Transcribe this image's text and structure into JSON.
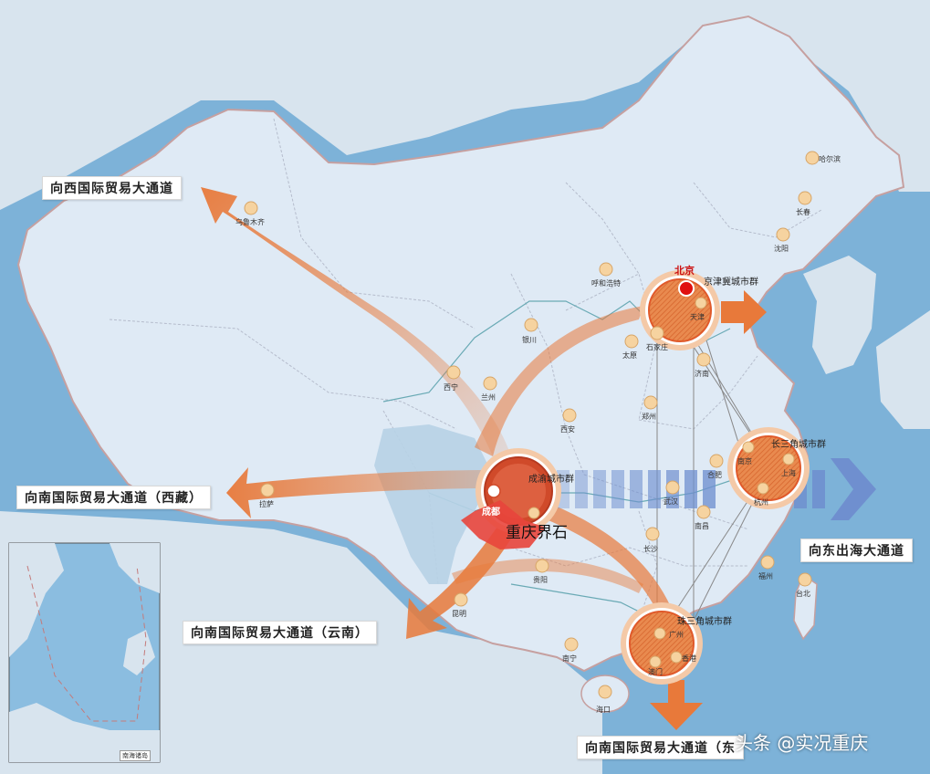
{
  "corridors": {
    "west": "向西国际贸易大通道",
    "south_tibet": "向南国际贸易大通道（西藏）",
    "south_yunnan": "向南国际贸易大通道（云南）",
    "east_sea": "向东出海大通道",
    "south_bottom": "向南国际贸易大通道（东"
  },
  "clusters": {
    "jingjinji": "京津冀城市群",
    "changsanjiao": "长三角城市群",
    "zhusanjiao": "珠三角城市群",
    "chengyu": "成渝城市群"
  },
  "capital": "北京",
  "focus_label": "重庆界石",
  "chengdu": "成都",
  "cities": {
    "urumqi": "乌鲁木齐",
    "harbin": "哈尔滨",
    "changchun": "长春",
    "shenyang": "沈阳",
    "hohhot": "呼和浩特",
    "tianjin": "天津",
    "shijiazhuang": "石家庄",
    "taiyuan": "太原",
    "yinchuan": "银川",
    "jinan": "济南",
    "xining": "西宁",
    "lanzhou": "兰州",
    "xian": "西安",
    "zhengzhou": "郑州",
    "nanjing": "南京",
    "shanghai": "上海",
    "hefei": "合肥",
    "hangzhou": "杭州",
    "wuhan": "武汉",
    "lhasa": "拉萨",
    "changsha": "长沙",
    "nanchang": "南昌",
    "fuzhou": "福州",
    "taipei": "台北",
    "guiyang": "贵阳",
    "kunming": "昆明",
    "guangzhou": "广州",
    "hongkong": "香港",
    "macau": "澳门",
    "nanning": "南宁",
    "haikou": "海口"
  },
  "inset": {
    "label": "南海诸岛"
  },
  "watermark": "头条 @实况重庆",
  "colors": {
    "ocean": "#7db2d8",
    "land": "#dfeaf5",
    "neighbor": "#d8e4ee",
    "arrow": "#e8793a",
    "hub_ring": "#e05a2b",
    "east_arrow": "#6f8fcf",
    "chongqing": "#e8453c"
  }
}
